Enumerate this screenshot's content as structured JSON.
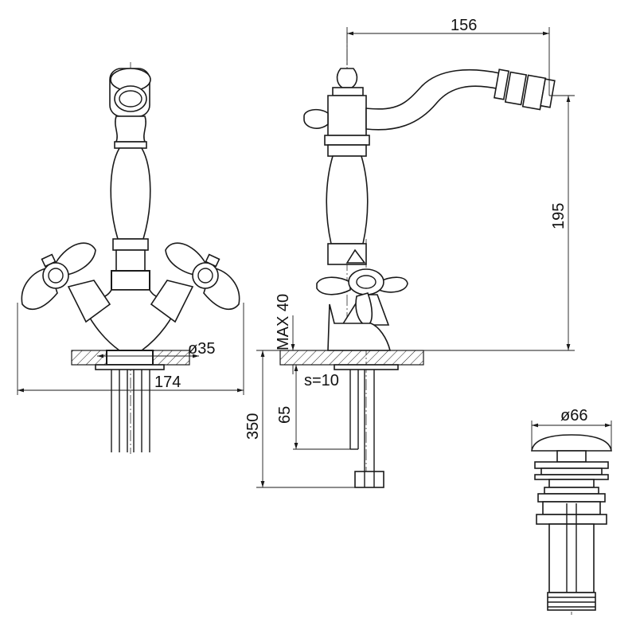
{
  "drawing": {
    "colors": {
      "line": "#1a1a1a",
      "background": "#ffffff"
    },
    "front_view": {
      "dim_base_diameter": "ø35",
      "dim_width": "174"
    },
    "side_view": {
      "dim_reach": "156",
      "dim_height": "195",
      "dim_max_deck": "MAX 40",
      "dim_deck_thickness": "s=10",
      "dim_shank": "65",
      "dim_total_length": "350"
    },
    "drain_view": {
      "dim_cap_diameter": "ø66"
    }
  }
}
